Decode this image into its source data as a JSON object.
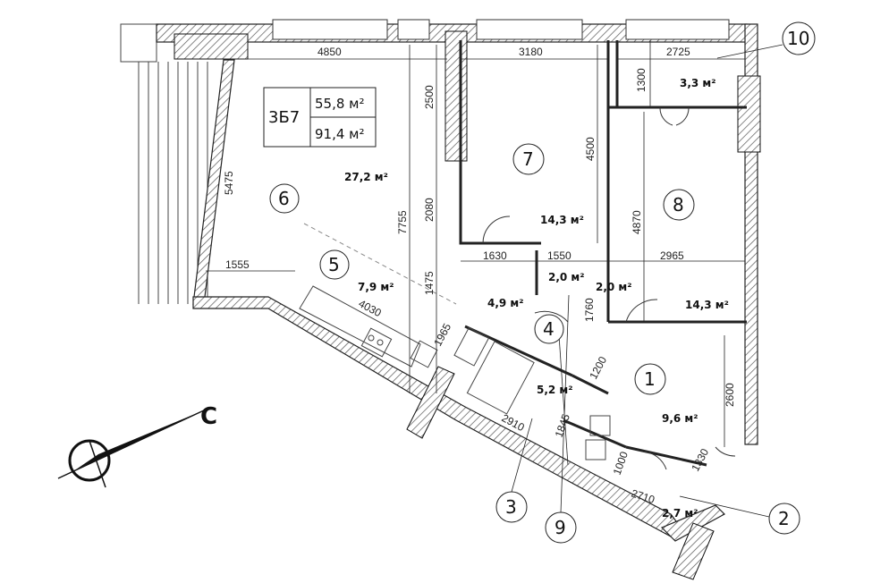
{
  "apartment": {
    "code": "3Б7",
    "area_living": "55,8 м²",
    "area_total": "91,4 м²"
  },
  "rooms": [
    {
      "num": "1",
      "area": "9,6 м²"
    },
    {
      "num": "2",
      "area": "2,7 м²"
    },
    {
      "num": "3",
      "area": "5,2 м²"
    },
    {
      "num": "4",
      "area": "4,9 м²"
    },
    {
      "num": "5",
      "area": "7,9 м²"
    },
    {
      "num": "6",
      "area": "27,2 м²"
    },
    {
      "num": "7",
      "area": "14,3 м²"
    },
    {
      "num": "8",
      "area": "14,3 м²"
    },
    {
      "num": "9",
      "area": "2,0 м²"
    },
    {
      "num": "10",
      "area": "3,3 м²"
    }
  ],
  "extra_area": "2,0 м²",
  "dimensions": [
    "4850",
    "3180",
    "2725",
    "1300",
    "2500",
    "4500",
    "5475",
    "7755",
    "2080",
    "1475",
    "1555",
    "1630",
    "1550",
    "2965",
    "4870",
    "1760",
    "4030",
    "1965",
    "1200",
    "2600",
    "1845",
    "2910",
    "1000",
    "2710",
    "1330"
  ],
  "compass": {
    "label": "С"
  }
}
